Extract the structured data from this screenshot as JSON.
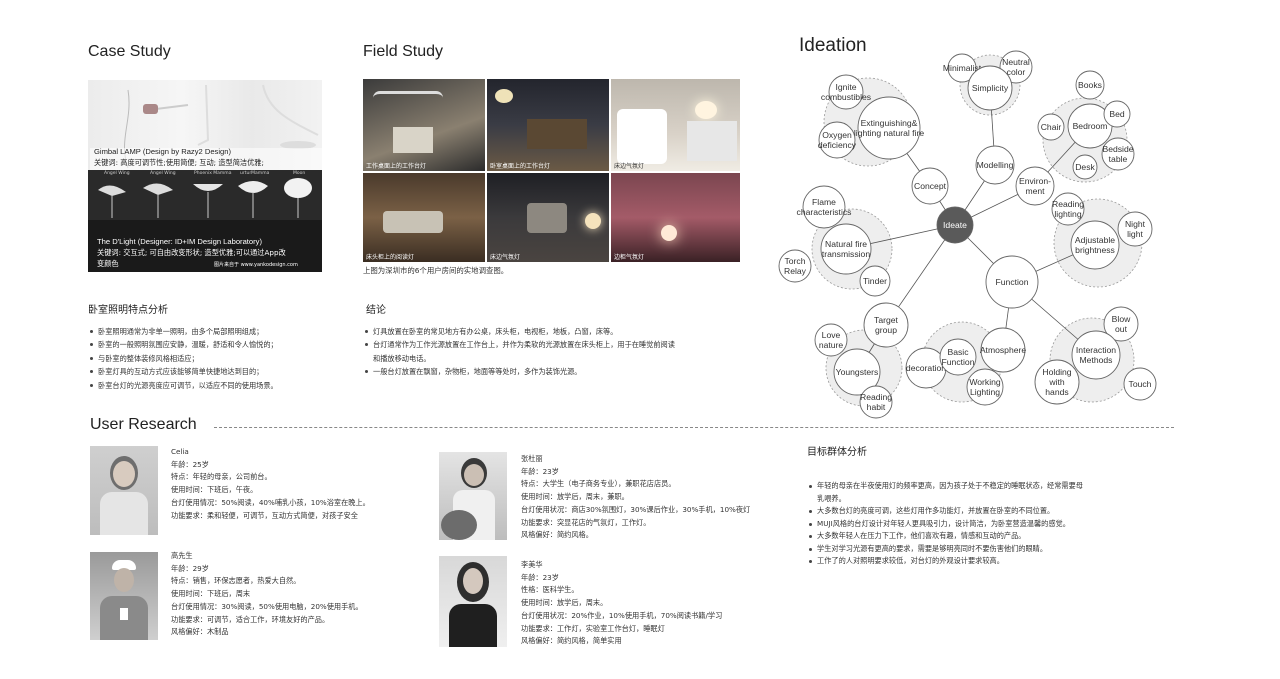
{
  "case_study": {
    "title": "Case Study",
    "gimbal": {
      "line1": "Gimbal LAMP (Design by Razy2 Design)",
      "line2": "关键词: 高度可调节性;使用简便; 互动; 造型简洁优雅;"
    },
    "dlight": {
      "tags": [
        "Angel Wing",
        "Angel Wing",
        "Phoenix Mamma",
        "urturMamma",
        "Moon"
      ],
      "line1": "The D'Light (Designer: ID+IM Design Laboratory)",
      "line2": "关键词: 交互式; 可自由改变形状; 造型优雅;可以通过App改",
      "line3": "变颜色",
      "credit": "图片来自于 www.yankodesign.com"
    }
  },
  "field_study": {
    "title": "Field Study",
    "photos": [
      {
        "caption": "工作桌面上的工作台灯"
      },
      {
        "caption": "卧室桌面上的工作台灯"
      },
      {
        "caption": "床边气氛灯"
      },
      {
        "caption": "床头柜上的阅读灯"
      },
      {
        "caption": "床边气氛灯"
      },
      {
        "caption": "边柜气氛灯"
      }
    ],
    "note": "上图为深圳市的6个用户房间的实地调查图。"
  },
  "bedroom_analysis": {
    "title": "卧室照明特点分析",
    "items": [
      "卧室照明通常为非单一照明，由多个局部照明组成；",
      "卧室的一般照明氛围应安静，温暖，舒适和令人愉悦的；",
      "与卧室的整体装修风格相适应；",
      "卧室灯具的互动方式应该能够简单快捷地达到目的；",
      "卧室台灯的光源亮度应可调节，以适应不同的使用场景。"
    ]
  },
  "conclusion": {
    "title": "结论",
    "items": [
      [
        "灯具放置在卧室的常见地方有办公桌，床头柜，电视柜，地板，凸窗，床等。"
      ],
      [
        "台灯通常作为工作光源放置在工作台上，并作为柔软的光源放置在床头柜上，用于在睡觉前阅读",
        "和播放移动电话。"
      ],
      [
        "一般台灯放置在飘窗，杂物柜，地面等等处时，多作为装饰光源。"
      ]
    ]
  },
  "ideation": {
    "title": "Ideation",
    "center": "Ideate",
    "nodes": [
      {
        "id": "minimalist",
        "text": [
          "Minimalist"
        ]
      },
      {
        "id": "neutral",
        "text": [
          "Neutral",
          "color"
        ]
      },
      {
        "id": "simplicity",
        "text": [
          "Simplicity"
        ]
      },
      {
        "id": "ignite",
        "text": [
          "Ignite",
          "combustibles"
        ]
      },
      {
        "id": "extinguishing",
        "text": [
          "Extinguishing&",
          "lighting natural fire"
        ]
      },
      {
        "id": "oxygen",
        "text": [
          "Oxygen",
          "deficiency"
        ]
      },
      {
        "id": "concept",
        "text": [
          "Concept"
        ]
      },
      {
        "id": "modelling",
        "text": [
          "Modelling"
        ]
      },
      {
        "id": "environment",
        "text": [
          "Environ-",
          "ment"
        ]
      },
      {
        "id": "books",
        "text": [
          "Books"
        ]
      },
      {
        "id": "chair",
        "text": [
          "Chair"
        ]
      },
      {
        "id": "bedroom",
        "text": [
          "Bedroom"
        ]
      },
      {
        "id": "bed",
        "text": [
          "Bed"
        ]
      },
      {
        "id": "bedside",
        "text": [
          "Bedside",
          "table"
        ]
      },
      {
        "id": "desk",
        "text": [
          "Desk"
        ]
      },
      {
        "id": "flame",
        "text": [
          "Flame",
          "characteristics"
        ]
      },
      {
        "id": "naturalfire",
        "text": [
          "Natural fire",
          "transmission"
        ]
      },
      {
        "id": "torch",
        "text": [
          "Torch",
          "Relay"
        ]
      },
      {
        "id": "tinder",
        "text": [
          "Tinder"
        ]
      },
      {
        "id": "reading",
        "text": [
          "Reading",
          "lighting"
        ]
      },
      {
        "id": "nightlight",
        "text": [
          "Night",
          "light"
        ]
      },
      {
        "id": "adjustable",
        "text": [
          "Adjustable",
          "brightness"
        ]
      },
      {
        "id": "function",
        "text": [
          "Function"
        ]
      },
      {
        "id": "target",
        "text": [
          "Target",
          "group"
        ]
      },
      {
        "id": "lovenature",
        "text": [
          "Love",
          "nature"
        ]
      },
      {
        "id": "youngsters",
        "text": [
          "Youngsters"
        ]
      },
      {
        "id": "readinghabit",
        "text": [
          "Reading",
          "habit"
        ]
      },
      {
        "id": "decoration",
        "text": [
          "decoration"
        ]
      },
      {
        "id": "basicfunction",
        "text": [
          "Basic",
          "Function"
        ]
      },
      {
        "id": "atmosphere",
        "text": [
          "Atmosphere"
        ]
      },
      {
        "id": "workinglighting",
        "text": [
          "Working",
          "Lighting"
        ]
      },
      {
        "id": "blowout",
        "text": [
          "Blow",
          "out"
        ]
      },
      {
        "id": "interaction",
        "text": [
          "Interaction",
          "Methods"
        ]
      },
      {
        "id": "holding",
        "text": [
          "Holding",
          "with",
          "hands"
        ]
      },
      {
        "id": "touch",
        "text": [
          "Touch"
        ]
      }
    ]
  },
  "user_research": {
    "title": "User Research",
    "users": [
      {
        "name": "Celia",
        "lines": [
          "年龄：25岁",
          "特点：年轻的母亲，公司前台。",
          "使用时间：下班后，午夜。",
          "台灯使用情况：50%阅读，40%哺乳小孩，10%浴室在晚上。",
          "功能要求：柔和轻便，可调节，互动方式简便，对孩子安全"
        ]
      },
      {
        "name": "高先生",
        "lines": [
          "年龄：29岁",
          "特点：销售，环保志愿者，热爱大自然。",
          "使用时间：下班后，周末",
          "台灯使用情况：30%阅读，50%使用电脑，20%使用手机。",
          "功能要求：可调节，适合工作，环境友好的产品。",
          "风格偏好：木制品"
        ]
      },
      {
        "name": "张杜丽",
        "lines": [
          "年龄：23岁",
          "特点：大学生（电子商务专业），兼职花店店员。",
          "使用时间：放学后，周末，兼职。",
          "台灯使用状况：商店30%氛围灯，30%课后作业，30%手机，10%夜灯",
          "功能要求：突显花店的气氛灯，工作灯。",
          "风格偏好：简约风格。"
        ]
      },
      {
        "name": "李美华",
        "lines": [
          "年龄：23岁",
          "性格：医科学生。",
          "使用时间：放学后，周末。",
          "台灯使用状况：20%作业，10%使用手机，70%阅读书籍/学习",
          "功能要求：工作灯，实验室工作台灯，睡眠灯",
          "风格偏好：简约风格，简单实用"
        ]
      }
    ]
  },
  "target_analysis": {
    "title": "目标群体分析",
    "items": [
      [
        "年轻的母亲在半夜使用灯的频率更高，因为孩子处于不稳定的睡眠状态，经常需要母",
        "乳喂养。"
      ],
      [
        "大多数台灯的亮度可调，这些灯用作多功能灯，并放置在卧室的不同位置。"
      ],
      [
        "MUJI风格的台灯设计对年轻人更具吸引力，设计简洁，为卧室营造温馨的感觉。"
      ],
      [
        "大多数年轻人在压力下工作，他们喜欢有趣，情感和互动的产品。"
      ],
      [
        "学生对学习光源有更高的要求，需要是够明亮同时不要伤害他们的眼睛。"
      ],
      [
        "工作了的人对照明要求较低，对台灯的外观设计要求较高。"
      ]
    ]
  }
}
